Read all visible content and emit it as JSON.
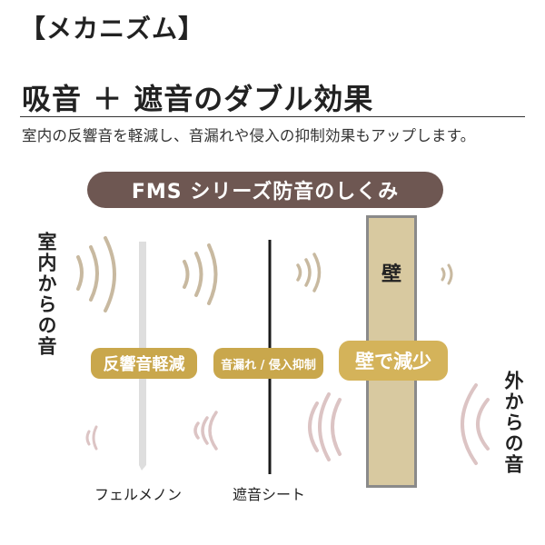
{
  "header": {
    "mechanism_title": "【メカニズム】",
    "main_heading": "吸音 ＋ 遮音のダブル効果",
    "subtitle": "室内の反響音を軽減し、音漏れや侵入の抑制効果もアップします。"
  },
  "diagram": {
    "title": "FMS シリーズ防音のしくみ",
    "indoor_label": "室内からの音",
    "outdoor_label": "外からの音",
    "wall_label": "壁",
    "badges": {
      "reflection": "反響音軽減",
      "leak": "音漏れ / 侵入抑制",
      "wall_reduction": "壁で減少"
    },
    "captions": {
      "felmenon": "フェルメノン",
      "sheet": "遮音シート"
    },
    "colors": {
      "title_bar": "#6e5752",
      "badge": "#c9a74c",
      "wall_fill": "#d8c9a0",
      "wall_border": "#8a8a8a",
      "indoor_wave": "#c8b9a0",
      "outdoor_wave": "#dcc4c4",
      "panel": "#dedede"
    }
  }
}
